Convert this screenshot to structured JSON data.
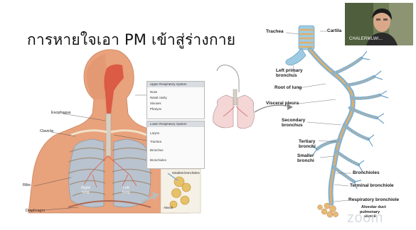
{
  "slide": {
    "title": "การหายใจเอา PM เข้าสู่ร่างกาย"
  },
  "left_figure": {
    "labels": {
      "esophagus": "Esophagus",
      "clavicle": "Clavicle",
      "ribs": "Ribs",
      "diaphragm": "Diaphragm",
      "right_lung": "Right\nlung",
      "left_lung": "Left\nlung",
      "alveoli": "Alveoli",
      "smallest_bronchioles": "Smallest bronchioles"
    },
    "upper_panel": {
      "heading": "Upper Respiratory System",
      "items": [
        "Nose",
        "Nasal cavity",
        "Sinuses",
        "Pharynx"
      ]
    },
    "lower_panel": {
      "heading": "Lower Respiratory System",
      "items": [
        "Larynx",
        "Trachea",
        "Bronchus",
        "Bronchioles"
      ]
    }
  },
  "right_figure": {
    "labels": {
      "trachea": "Trachea",
      "cartilage": "Cartila",
      "left_primary_bronchus": "Left primary\nbronchus",
      "root_of_lung": "Root of lung",
      "visceral_pleura": "Visceral pleura",
      "secondary_bronchus": "Secondary\nbronchus",
      "tertiary_bronchi": "Tertiary\nbronchi",
      "smaller_bronchi": "Smaller\nbronchi",
      "bronchioles": "Bronchioles",
      "terminal_bronchiole": "Terminal bronchiole",
      "respiratory_bronchiole": "Respiratory bronchiole",
      "alveolar_duct": "Alveolar duct",
      "pulmonary_alveolus": "pulmonary\nalveoli"
    }
  },
  "webcam": {
    "participant_name": "CHALERMLWI..."
  },
  "watermarks": {
    "zoom": "zoom"
  },
  "colors": {
    "skin": "#e8a27c",
    "lung": "#b9c3cf",
    "airway_red": "#d9533f",
    "bronchi_blue": "#7fb1d6",
    "bronchi_tan": "#e0b06a"
  }
}
